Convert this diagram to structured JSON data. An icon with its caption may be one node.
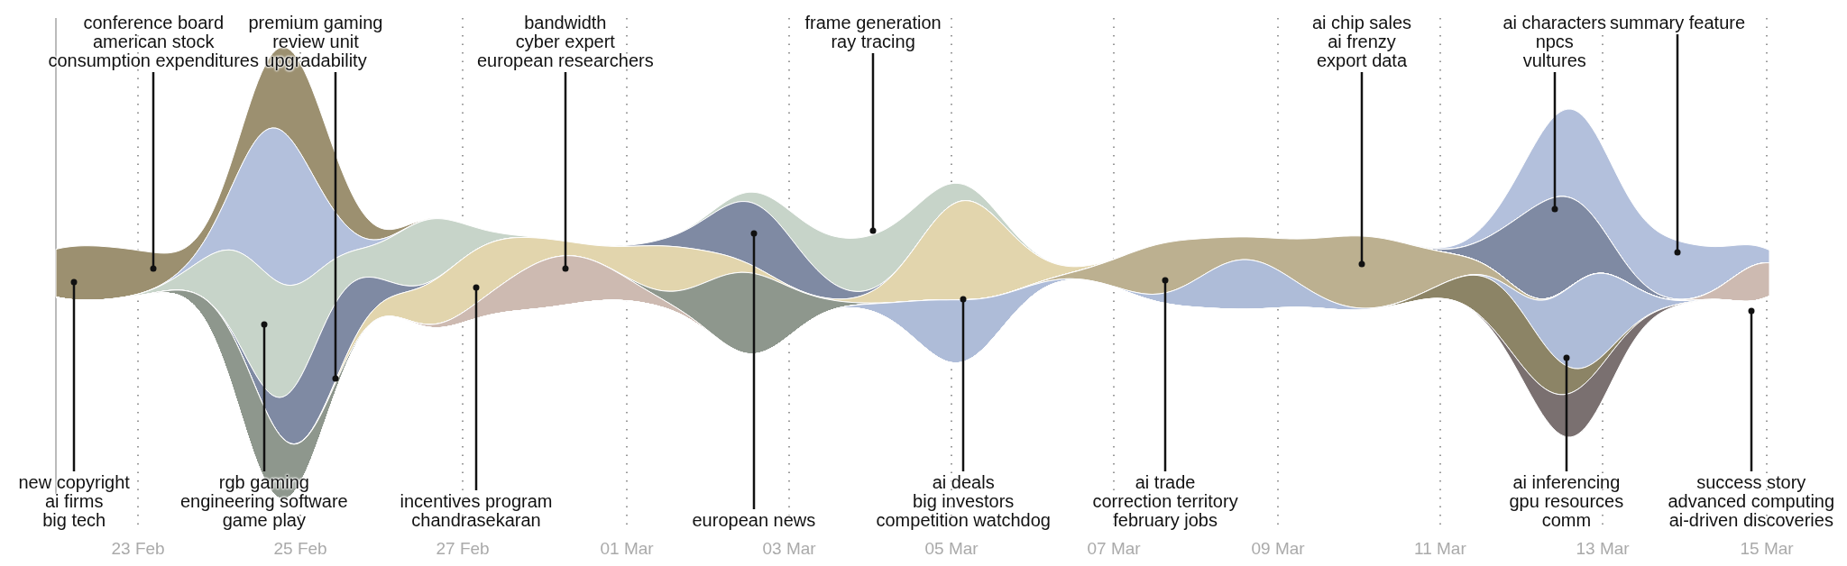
{
  "diagram": {
    "nodes": [
      {
        "text": [
          "conference board",
          "american stock",
          "consumption expenditures"
        ]
      },
      {
        "text": [
          "premium gaming",
          "review unit",
          "upgradability"
        ]
      },
      {
        "text": [
          "bandwidth",
          "cyber expert",
          "european researchers"
        ]
      },
      {
        "text": [
          "frame generation",
          "ray tracing"
        ]
      },
      {
        "text": [
          "ai chip sales",
          "ai frenzy",
          "export data"
        ]
      },
      {
        "text": [
          "ai characters",
          "npcs",
          "vultures"
        ]
      },
      {
        "text": [
          "summary feature"
        ]
      },
      {
        "text": [
          "new copyright",
          "ai firms",
          "big tech"
        ]
      },
      {
        "text": [
          "rgb gaming",
          "engineering software",
          "game play"
        ]
      },
      {
        "text": [
          "incentives program",
          "chandrasekaran"
        ]
      },
      {
        "text": [
          "european news"
        ]
      },
      {
        "text": [
          "ai deals",
          "big investors",
          "competition watchdog"
        ]
      },
      {
        "text": [
          "ai trade",
          "correction territory",
          "february jobs"
        ]
      },
      {
        "text": [
          "ai inferencing",
          "gpu resources",
          "comm"
        ]
      },
      {
        "text": [
          "success story",
          "advanced computing",
          "ai-driven discoveries"
        ]
      }
    ],
    "edges": [
      {
        "from": 0,
        "to": null,
        "arrow": "other"
      },
      {
        "from": 1,
        "to": null,
        "arrow": "other"
      },
      {
        "from": 2,
        "to": null,
        "arrow": "other"
      },
      {
        "from": 3,
        "to": null,
        "arrow": "other"
      },
      {
        "from": 4,
        "to": null,
        "arrow": "other"
      },
      {
        "from": 5,
        "to": null,
        "arrow": "other"
      },
      {
        "from": 6,
        "to": null,
        "arrow": "other"
      },
      {
        "from": 7,
        "to": null,
        "arrow": "other"
      },
      {
        "from": 8,
        "to": null,
        "arrow": "other"
      },
      {
        "from": 9,
        "to": null,
        "arrow": "other"
      },
      {
        "from": 10,
        "to": null,
        "arrow": "other"
      },
      {
        "from": 11,
        "to": null,
        "arrow": "other"
      },
      {
        "from": 12,
        "to": null,
        "arrow": "other"
      },
      {
        "from": 13,
        "to": null,
        "arrow": "other"
      },
      {
        "from": 14,
        "to": null,
        "arrow": "other"
      }
    ],
    "labels": [
      "23 Feb",
      "25 Feb",
      "27 Feb",
      "01 Mar",
      "03 Mar",
      "05 Mar",
      "07 Mar",
      "09 Mar",
      "11 Mar",
      "13 Mar",
      "15 Mar"
    ]
  }
}
